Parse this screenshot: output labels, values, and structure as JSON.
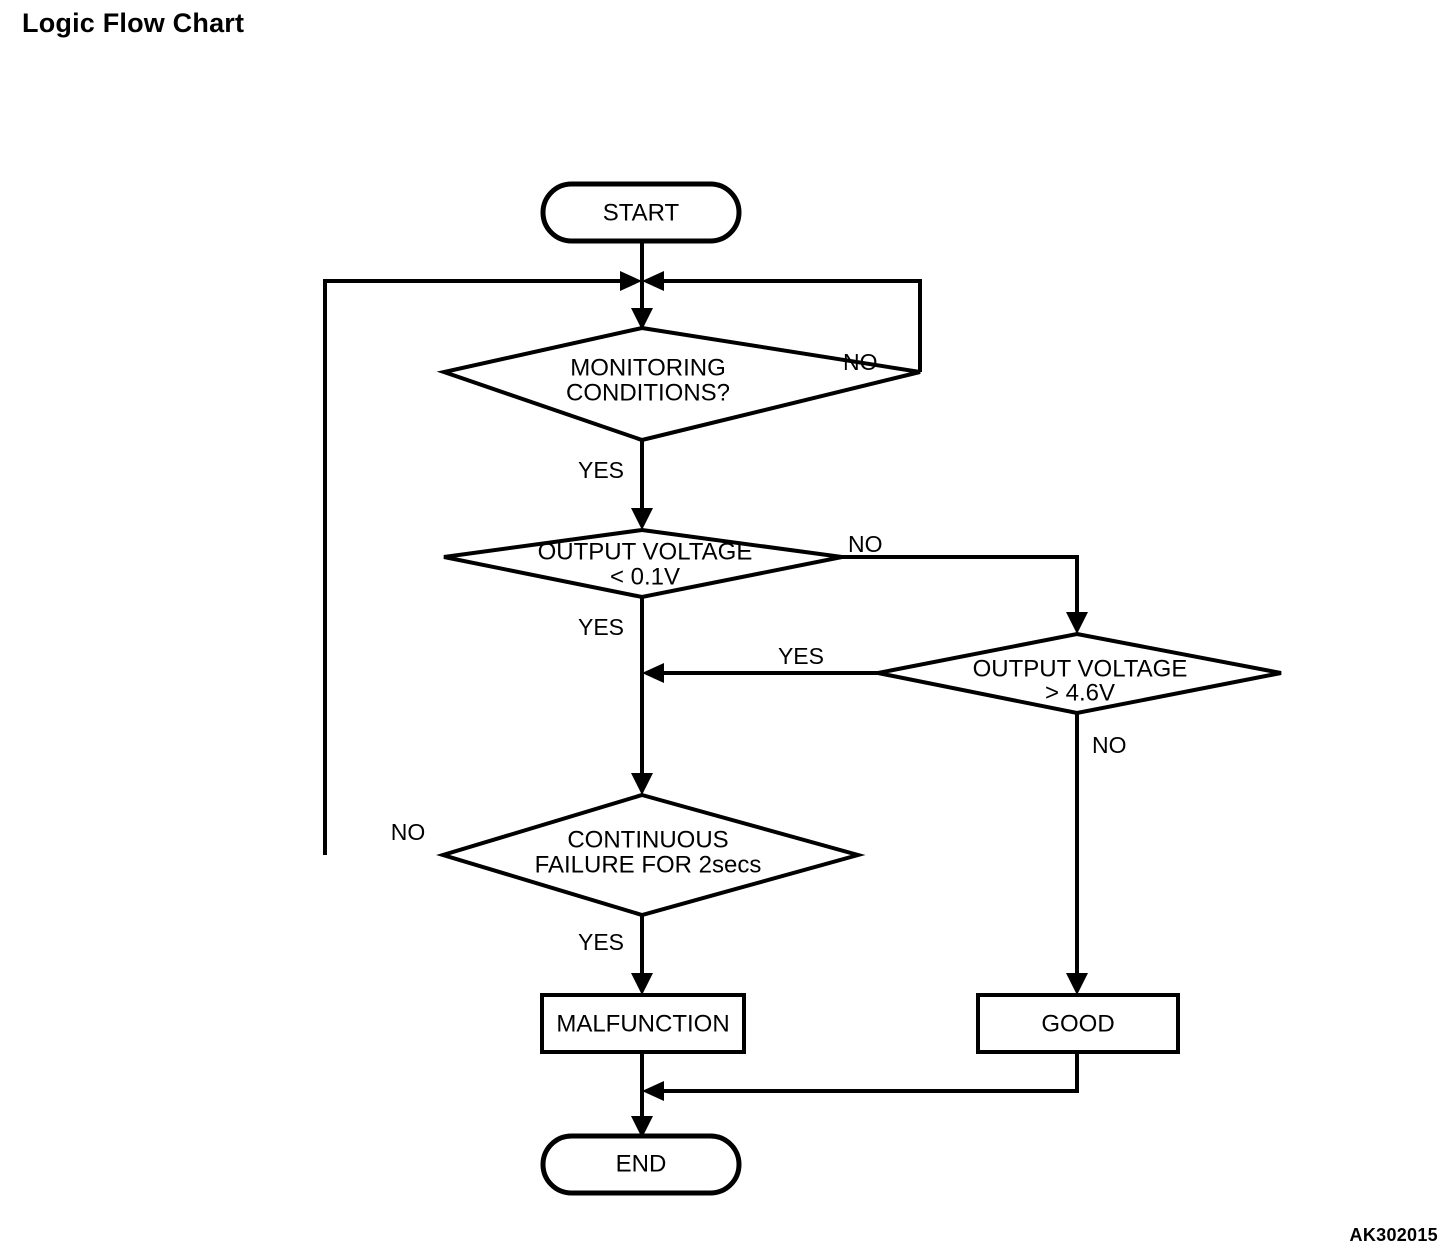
{
  "page": {
    "title": "Logic Flow Chart",
    "diagram_id": "AK302015",
    "background_color": "#ffffff",
    "line_color": "#000000"
  },
  "chart_data": {
    "type": "diagram",
    "diagram_kind": "flowchart",
    "title": "Logic Flow Chart",
    "nodes": [
      {
        "id": "start",
        "shape": "terminator",
        "text": "START"
      },
      {
        "id": "monitoring",
        "shape": "decision",
        "text_line1": "MONITORING",
        "text_line2": "CONDITIONS?"
      },
      {
        "id": "volt_low",
        "shape": "decision",
        "text_line1": "OUTPUT VOLTAGE",
        "text_line2": "< 0.1V"
      },
      {
        "id": "volt_high",
        "shape": "decision",
        "text_line1": "OUTPUT VOLTAGE",
        "text_line2": "> 4.6V"
      },
      {
        "id": "continuous",
        "shape": "decision",
        "text_line1": "CONTINUOUS",
        "text_line2": "FAILURE FOR 2secs"
      },
      {
        "id": "malfunction",
        "shape": "process",
        "text": "MALFUNCTION"
      },
      {
        "id": "good",
        "shape": "process",
        "text": "GOOD"
      },
      {
        "id": "end",
        "shape": "terminator",
        "text": "END"
      }
    ],
    "edges": [
      {
        "from": "start",
        "to": "monitoring",
        "label": ""
      },
      {
        "from": "monitoring",
        "to": "monitoring",
        "label": "NO"
      },
      {
        "from": "monitoring",
        "to": "volt_low",
        "label": "YES"
      },
      {
        "from": "volt_low",
        "to": "volt_high",
        "label": "NO"
      },
      {
        "from": "volt_low",
        "to": "continuous",
        "label": "YES"
      },
      {
        "from": "volt_high",
        "to": "continuous",
        "label": "YES"
      },
      {
        "from": "volt_high",
        "to": "good",
        "label": "NO"
      },
      {
        "from": "continuous",
        "to": "monitoring",
        "label": "NO"
      },
      {
        "from": "continuous",
        "to": "malfunction",
        "label": "YES"
      },
      {
        "from": "malfunction",
        "to": "end",
        "label": ""
      },
      {
        "from": "good",
        "to": "end",
        "label": ""
      }
    ]
  },
  "labels": {
    "start": "START",
    "monitoring_l1": "MONITORING",
    "monitoring_l2": "CONDITIONS?",
    "monitoring_no": "NO",
    "monitoring_yes": "YES",
    "volt_low_l1": "OUTPUT VOLTAGE",
    "volt_low_l2": "< 0.1V",
    "volt_low_no": "NO",
    "volt_low_yes": "YES",
    "volt_high_l1": "OUTPUT VOLTAGE",
    "volt_high_l2": "> 4.6V",
    "volt_high_yes": "YES",
    "volt_high_no": "NO",
    "continuous_l1": "CONTINUOUS",
    "continuous_l2": "FAILURE FOR 2secs",
    "continuous_no": "NO",
    "continuous_yes": "YES",
    "malfunction": "MALFUNCTION",
    "good": "GOOD",
    "end": "END"
  }
}
